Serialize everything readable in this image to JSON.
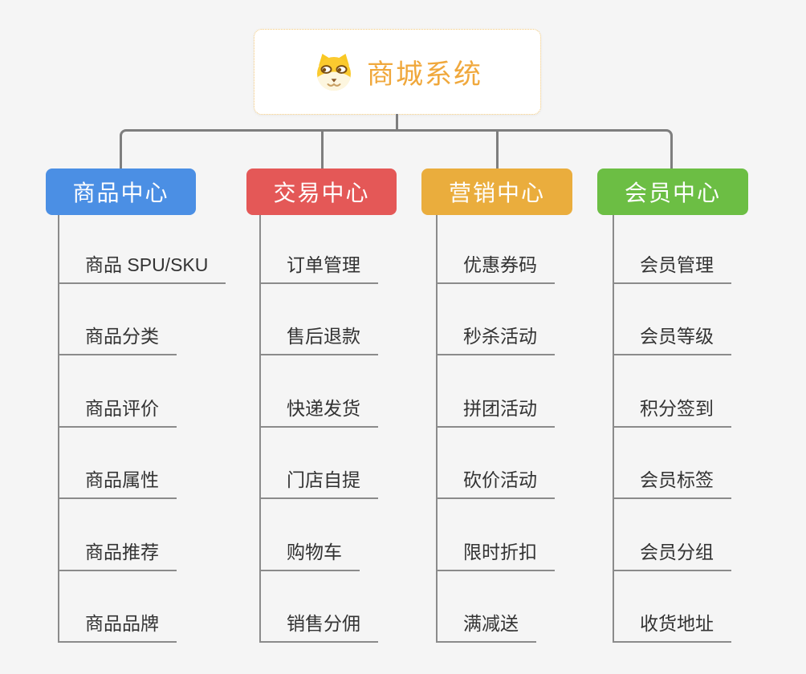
{
  "root": {
    "title": "商城系统",
    "icon": "dog-face-icon"
  },
  "branches": [
    {
      "label": "商品中心",
      "color": "#4b8fe4",
      "items": [
        "商品 SPU/SKU",
        "商品分类",
        "商品评价",
        "商品属性",
        "商品推荐",
        "商品品牌"
      ]
    },
    {
      "label": "交易中心",
      "color": "#e45857",
      "items": [
        "订单管理",
        "售后退款",
        "快递发货",
        "门店自提",
        "购物车",
        "销售分佣"
      ]
    },
    {
      "label": "营销中心",
      "color": "#eaad3d",
      "items": [
        "优惠券码",
        "秒杀活动",
        "拼团活动",
        "砍价活动",
        "限时折扣",
        "满减送"
      ]
    },
    {
      "label": "会员中心",
      "color": "#6cbe44",
      "items": [
        "会员管理",
        "会员等级",
        "积分签到",
        "会员标签",
        "会员分组",
        "收货地址"
      ]
    }
  ],
  "colors": {
    "background": "#f5f5f5",
    "root_title": "#f0a83c",
    "root_border": "#f2c879",
    "connector": "#7e7e7e",
    "item_text": "#333333",
    "item_line": "#8b8b8b"
  }
}
